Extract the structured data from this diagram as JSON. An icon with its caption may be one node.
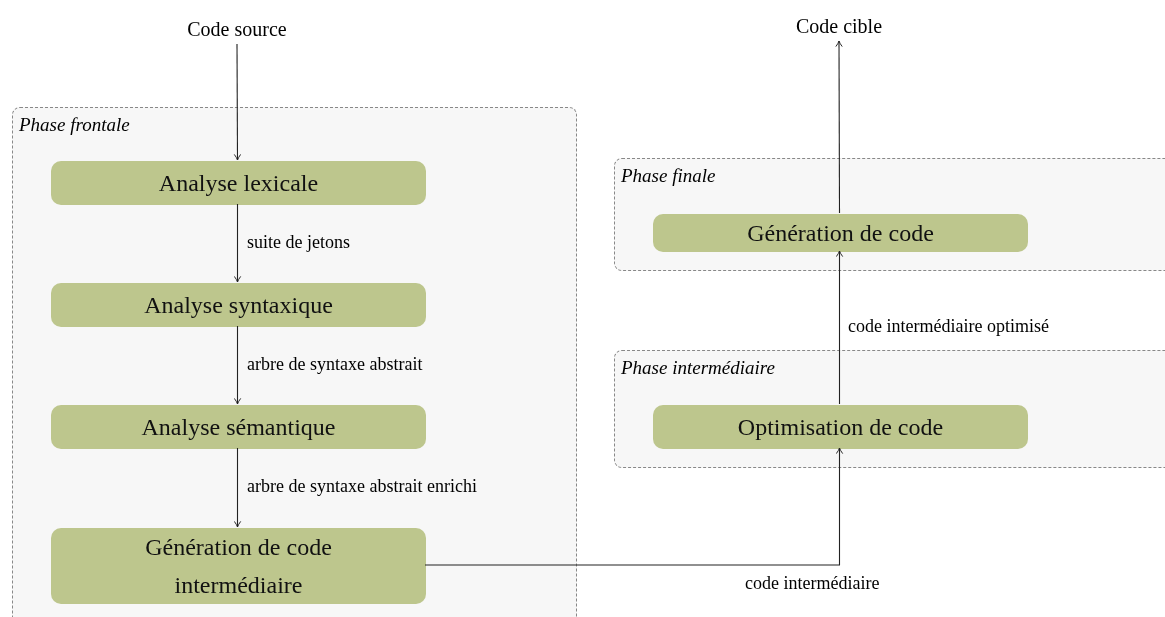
{
  "diagram": {
    "nodes": [
      {
        "text": [
          "Code source"
        ]
      },
      {
        "text": [
          "Phase frontale"
        ]
      },
      {
        "text": [
          "Analyse lexicale"
        ],
        "in": 1
      },
      {
        "text": [
          "Analyse syntaxique"
        ],
        "in": 1
      },
      {
        "text": [
          "Analyse sémantique"
        ],
        "in": 1
      },
      {
        "text": [
          "Génération de code intermédiaire"
        ],
        "in": 1
      },
      {
        "text": [
          "Code cible"
        ]
      },
      {
        "text": [
          "Phase finale"
        ]
      },
      {
        "text": [
          "Génération de code"
        ],
        "in": 7
      },
      {
        "text": [
          "Phase intermédiaire"
        ]
      },
      {
        "text": [
          "Optimisation de code"
        ],
        "in": 9
      }
    ],
    "edges": [
      {
        "from": 0,
        "to": 2,
        "arrow": "to"
      },
      {
        "from": 2,
        "to": 3,
        "arrow": "to",
        "label": "suite de jetons"
      },
      {
        "from": 3,
        "to": 4,
        "arrow": "to",
        "label": "arbre de syntaxe abstrait"
      },
      {
        "from": 4,
        "to": 5,
        "arrow": "to",
        "label": "arbre de syntaxe abstrait enrichi"
      },
      {
        "from": 5,
        "to": 10,
        "arrow": "to",
        "label": "code intermédiaire"
      },
      {
        "from": 10,
        "to": 8,
        "arrow": "to",
        "label": "code intermédiaire optimisé"
      },
      {
        "from": 8,
        "to": 6,
        "arrow": "to"
      }
    ]
  }
}
